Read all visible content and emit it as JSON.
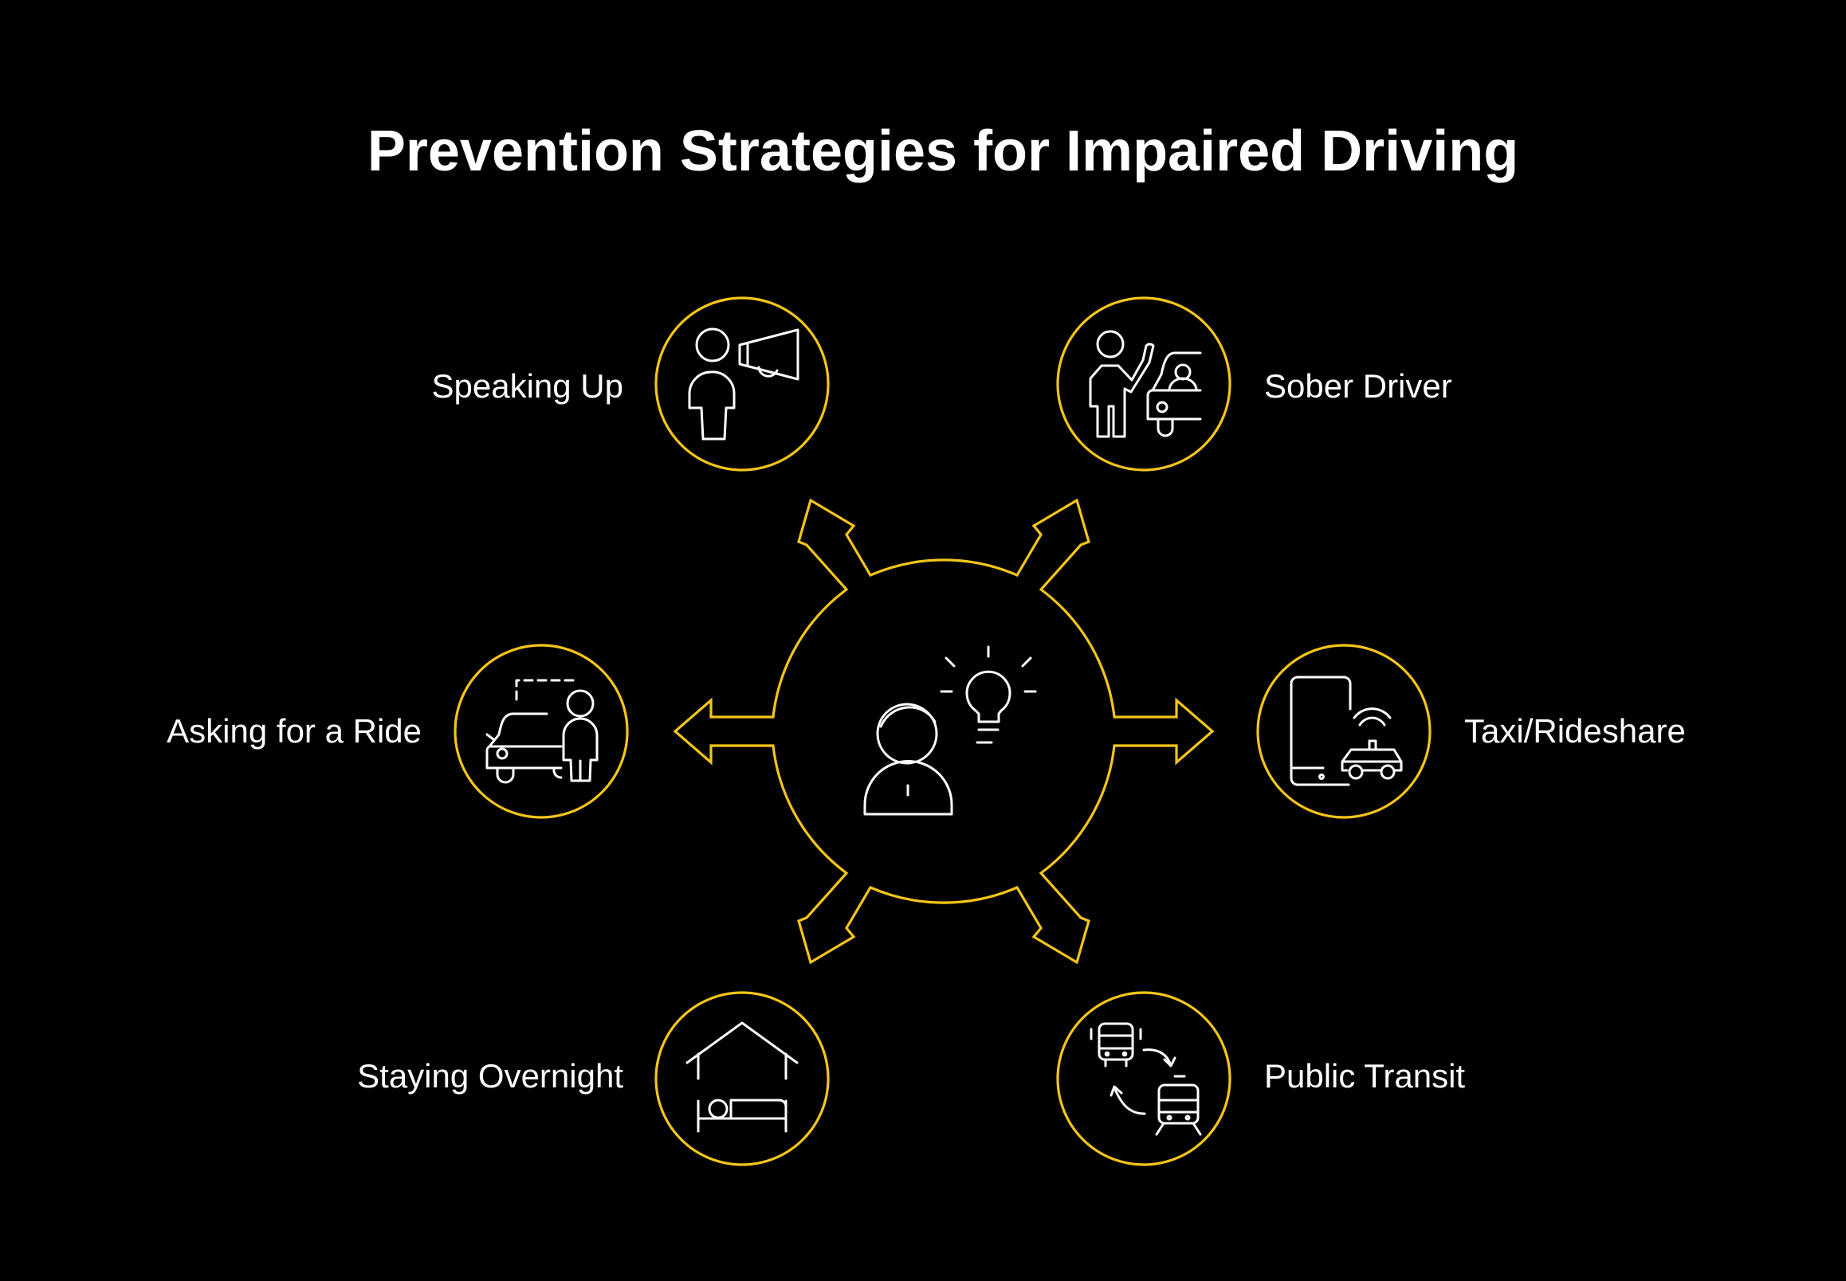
{
  "title": "Prevention Strategies for Impaired Driving",
  "colors": {
    "background": "#000000",
    "accent": "#f5c518",
    "text": "#ffffff",
    "icon": "#ffffff"
  },
  "hub": {
    "icon": "person-lightbulb-icon"
  },
  "strategies": [
    {
      "label": "Speaking Up",
      "icon": "person-megaphone-icon"
    },
    {
      "label": "Sober Driver",
      "icon": "person-driver-car-icon"
    },
    {
      "label": "Asking for a Ride",
      "icon": "car-person-icon"
    },
    {
      "label": "Taxi/Rideshare",
      "icon": "phone-taxi-icon"
    },
    {
      "label": "Staying Overnight",
      "icon": "house-bed-icon"
    },
    {
      "label": "Public Transit",
      "icon": "bus-train-icon"
    }
  ]
}
